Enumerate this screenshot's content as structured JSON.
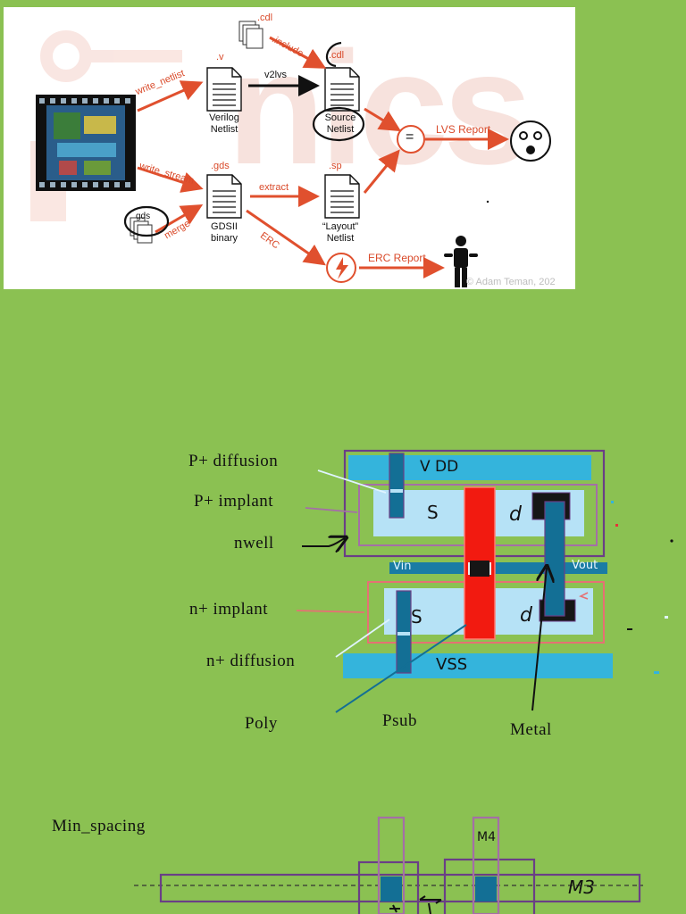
{
  "flow": {
    "chip_alt": "chip layout",
    "file_ext_cdl_top": ".cdl",
    "file_ext_v": ".v",
    "file_ext_cdl": ".cdl",
    "file_ext_gds": ".gds",
    "file_ext_sp": ".sp",
    "verilog_line1": "Verilog",
    "verilog_line2": "Netlist",
    "source_line1": "Source",
    "source_line2": "Netlist",
    "gdsii_line1": "GDSII",
    "gdsii_line2": "binary",
    "layout_line1": "“Layout”",
    "layout_line2": "Netlist",
    "arrow_write_netlist": "write_netlist",
    "arrow_write_stream": "write_stream",
    "arrow_include": ".include",
    "arrow_v2lvs": "v2lvs",
    "arrow_extract": "extract",
    "arrow_erc": "ERC",
    "arrow_merge": "merge",
    "gds_small": "gds",
    "equals": "=",
    "lvs_report": "LVS Report",
    "erc_report": "ERC Report",
    "copyright": "© Adam Teman, 202",
    "colors": {
      "arrow": "#e0502e",
      "text_red": "#d94a2a"
    }
  },
  "layout": {
    "labels": {
      "p_diffusion": "P+ diffusion",
      "p_implant": "P+ implant",
      "nwell": "nwell",
      "n_implant": "n+ implant",
      "n_diffusion": "n+ diffusion",
      "poly": "Poly",
      "psub": "Psub",
      "metal": "Metal"
    },
    "handwritten": {
      "vdd": "V DD",
      "s_top": "S",
      "d_top": "d",
      "vin": "Vin",
      "vout": "Vout",
      "s_bottom": "S",
      "d_bottom": "d",
      "vss": "VSS"
    },
    "colors": {
      "rail": "#34b4dc",
      "diffusion": "#b6e2f6",
      "poly": "#f21a10",
      "metal": "#136f95",
      "nwell": "#6a3f86",
      "p_implant": "#a46fa6",
      "n_implant": "#e57174"
    }
  },
  "spacing": {
    "title": "Min_spacing",
    "m4": "M4",
    "m3": "M3"
  }
}
